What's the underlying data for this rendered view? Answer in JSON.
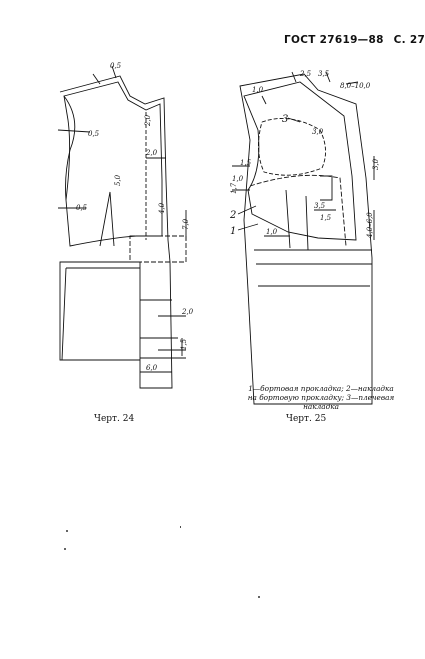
{
  "header": {
    "standard": "ГОСТ 27619—88",
    "page": "С. 27"
  },
  "figure_24": {
    "caption": "Черт. 24",
    "dims": {
      "shoulder_top": "0,5",
      "armhole_left": "0,5",
      "side_left": "0,5",
      "dart_side": "2,0",
      "dart_vertical": "2,0",
      "front_mid": "4,0",
      "dart_small": "5,0",
      "right_low": "7,0",
      "hem_side": "2,0",
      "hem_bottom": "1,5",
      "bottom_width": "6,0"
    }
  },
  "figure_25": {
    "caption": "Черт. 25",
    "callouts": [
      "1",
      "2",
      "3"
    ],
    "dims": {
      "top_left": "1,0",
      "top_mid": "2,5",
      "top_mid2": "3,5",
      "top_right": "8,0–10,0",
      "armhole": "3,0",
      "pocket_a": "1,5",
      "pocket_b": "1,0",
      "side_a": "1,7",
      "side_b": "3,5",
      "right_top": "3,0",
      "right_low": "4,0–6,0",
      "lower_a": "1,0",
      "lower_b": "1,5"
    },
    "legend": "1—бортовая прокладка; 2—накладка на бортовую прокладку; 3—плечевая накладка"
  }
}
